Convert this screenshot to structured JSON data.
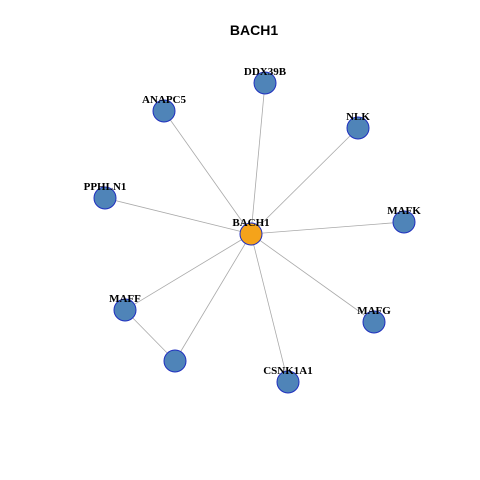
{
  "title": "BACH1",
  "colors": {
    "center_fill": "#f5a31a",
    "center_stroke": "#333333",
    "node_fill": "#4f84b8",
    "node_stroke": "#1f2fbf",
    "edge": "#a9a9a9"
  },
  "nodes": [
    {
      "id": "BACH1",
      "label": "BACH1",
      "center": true
    },
    {
      "id": "DDX39B",
      "label": "DDX39B"
    },
    {
      "id": "ANAPC5",
      "label": "ANAPC5"
    },
    {
      "id": "NLK",
      "label": "NLK"
    },
    {
      "id": "PPHLN1",
      "label": "PPHLN1"
    },
    {
      "id": "MAFK",
      "label": "MAFK"
    },
    {
      "id": "MAFF",
      "label": "MAFF"
    },
    {
      "id": "MAFG",
      "label": "MAFG"
    },
    {
      "id": "UNLABELED",
      "label": ""
    },
    {
      "id": "CSNK1A1",
      "label": "CSNK1A1"
    }
  ],
  "edges": [
    [
      "BACH1",
      "DDX39B"
    ],
    [
      "BACH1",
      "ANAPC5"
    ],
    [
      "BACH1",
      "NLK"
    ],
    [
      "BACH1",
      "PPHLN1"
    ],
    [
      "BACH1",
      "MAFK"
    ],
    [
      "BACH1",
      "MAFF"
    ],
    [
      "BACH1",
      "MAFG"
    ],
    [
      "BACH1",
      "UNLABELED"
    ],
    [
      "BACH1",
      "CSNK1A1"
    ],
    [
      "MAFF",
      "UNLABELED"
    ]
  ]
}
